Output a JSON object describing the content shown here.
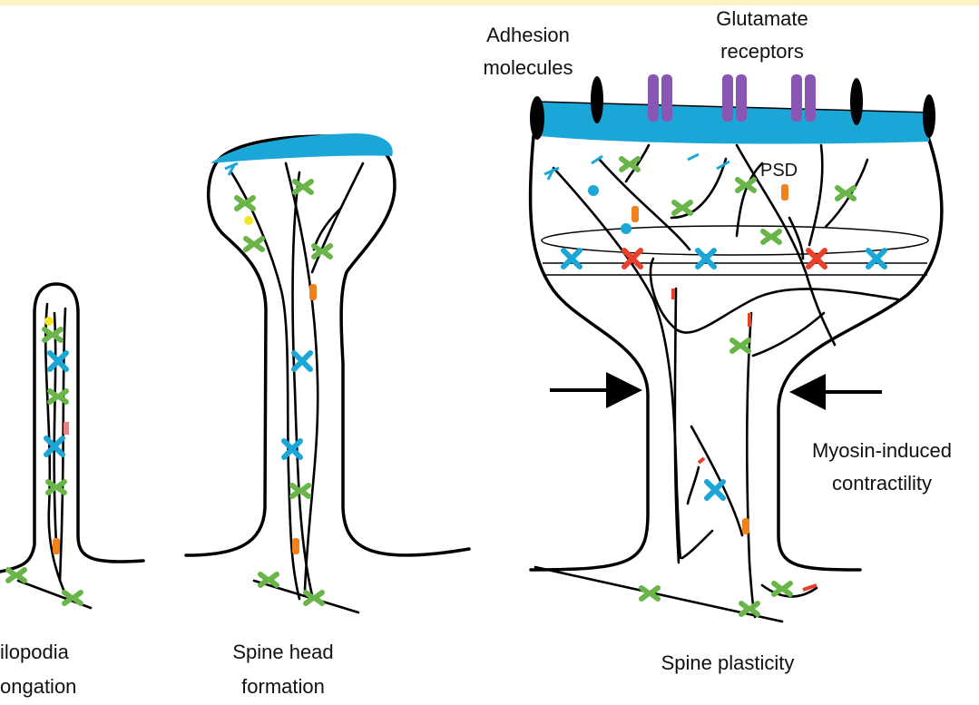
{
  "colors": {
    "background": "#ffffff",
    "top_border": "#fbf3c4",
    "membrane_blue": "#1aa6d6",
    "receptor_purple": "#8a56b4",
    "adhesion_black": "#000000",
    "actin_green": "#6ab54a",
    "cofilin_blue": "#1aa6d6",
    "crosslinker_red": "#e8402a",
    "profilin_orange": "#f0821e",
    "tip_pink": "#f08080",
    "yellow": "#f5e52a"
  },
  "panels": {
    "filopodia": {
      "label_line1": "ilopodia",
      "label_line2": "ongation"
    },
    "spine_head": {
      "label_line1": "Spine head",
      "label_line2": "formation"
    },
    "plasticity": {
      "label": "Spine plasticity",
      "adhesion_label_line1": "Adhesion",
      "adhesion_label_line2": "molecules",
      "receptor_label_line1": "Glutamate",
      "receptor_label_line2": "receptors",
      "psd_label": "PSD",
      "myosin_label_line1": "Myosin-induced",
      "myosin_label_line2": "contractility"
    }
  }
}
